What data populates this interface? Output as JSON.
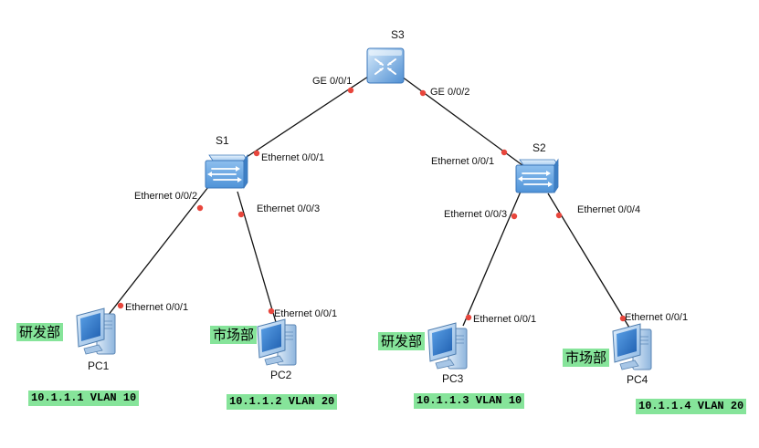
{
  "devices": {
    "s3": "S3",
    "s1": "S1",
    "s2": "S2",
    "pc1": "PC1",
    "pc2": "PC2",
    "pc3": "PC3",
    "pc4": "PC4"
  },
  "ports": {
    "s3_ge1": "GE 0/0/1",
    "s3_ge2": "GE 0/0/2",
    "s1_e1": "Ethernet 0/0/1",
    "s1_e2": "Ethernet 0/0/2",
    "s1_e3": "Ethernet 0/0/3",
    "s2_e1": "Ethernet 0/0/1",
    "s2_e3": "Ethernet 0/0/3",
    "s2_e4": "Ethernet 0/0/4",
    "pc1_e1": "Ethernet 0/0/1",
    "pc2_e1": "Ethernet 0/0/1",
    "pc3_e1": "Ethernet 0/0/1",
    "pc4_e1": "Ethernet 0/0/1"
  },
  "departments": {
    "pc1": "研发部",
    "pc2": "市场部",
    "pc3": "研发部",
    "pc4": "市场部"
  },
  "addresses": {
    "pc1": "10.1.1.1 VLAN 10",
    "pc2": "10.1.1.2 VLAN 20",
    "pc3": "10.1.1.3 VLAN 10",
    "pc4": "10.1.1.4 VLAN 20"
  },
  "colors": {
    "link": "#111111",
    "port_dot": "#e8463c",
    "label_highlight": "#86e49a",
    "device_blue": "#4f93d8"
  }
}
